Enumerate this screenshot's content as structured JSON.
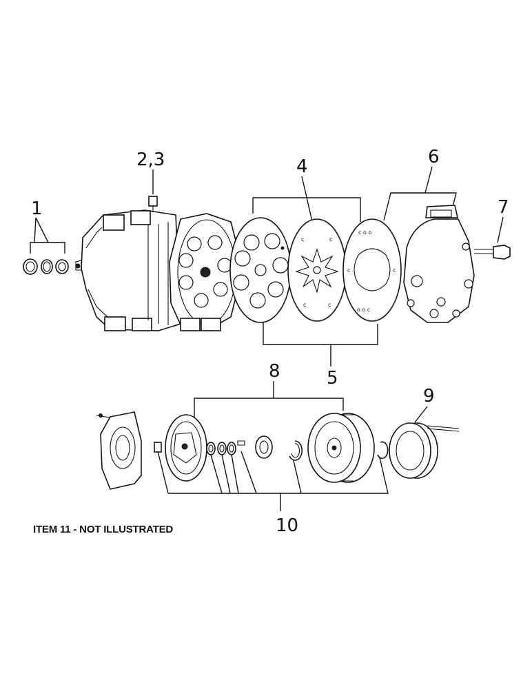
{
  "callouts": {
    "c1": "1",
    "c23": "2,3",
    "c4": "4",
    "c5": "5",
    "c6": "6",
    "c7": "7",
    "c8": "8",
    "c9": "9",
    "c10": "10"
  },
  "note": "ITEM 11 - NOT ILLUSTRATED"
}
